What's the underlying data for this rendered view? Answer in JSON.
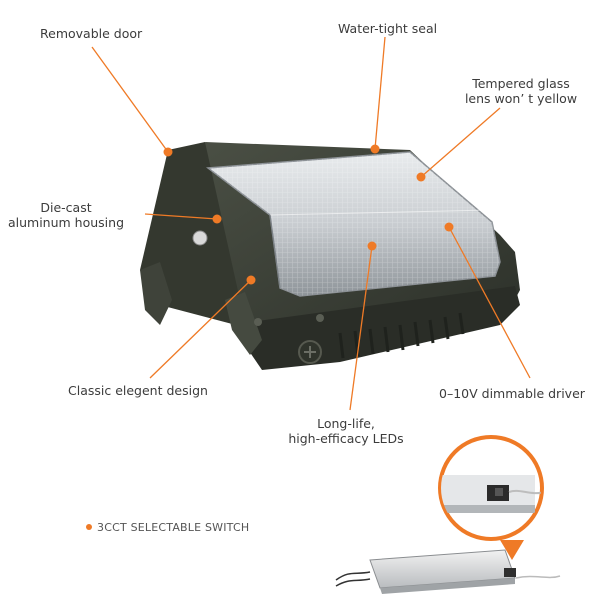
{
  "colors": {
    "accent": "#ef7a26",
    "housing": "#3b3f35",
    "text": "#3c3c3c",
    "lens": "#cfd3d6"
  },
  "callouts": {
    "removable_door": "Removable door",
    "water_tight_seal": "Water-tight seal",
    "tempered_glass_line1": "Tempered glass",
    "tempered_glass_line2": "lens won’ t yellow",
    "die_cast_line1": "Die-cast",
    "die_cast_line2": "aluminum housing",
    "classic_design": "Classic elegent design",
    "dimmable_driver": "0–10V dimmable driver",
    "leds_line1": "Long-life,",
    "leds_line2": "high-efficacy LEDs"
  },
  "feature_note": {
    "text": "3CCT SELECTABLE SWITCH",
    "bullet_icon": "orange-dot-icon"
  },
  "icons": {
    "product": "wall-pack-light",
    "inset": "selectable-switch-magnifier",
    "driver": "led-driver-box"
  }
}
